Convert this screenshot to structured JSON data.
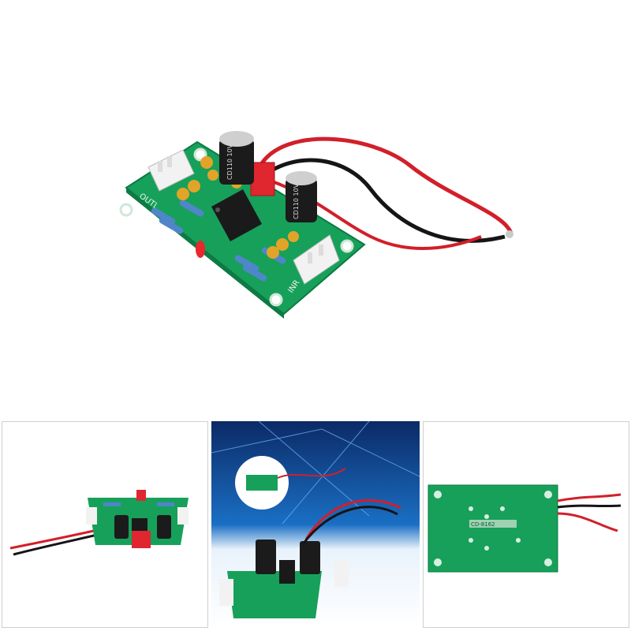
{
  "gallery": {
    "main_image": {
      "subject": "green-pcb-preamp-board",
      "labels": {
        "output_connector": "OUTL",
        "input_connector": "INR",
        "cap_marking_left": "CD110 10V",
        "cap_marking_right": "CD110 10V"
      },
      "colors": {
        "pcb": "#17a05a",
        "wire_red": "#d21f2a",
        "wire_black": "#151515",
        "capacitor": "#1b1b1b"
      }
    },
    "thumbnails": [
      {
        "id": "front-view",
        "selected": false
      },
      {
        "id": "blue-network-background",
        "selected": false
      },
      {
        "id": "back-view",
        "selected": false,
        "labels": {
          "marking": "CD-8162"
        }
      }
    ]
  }
}
